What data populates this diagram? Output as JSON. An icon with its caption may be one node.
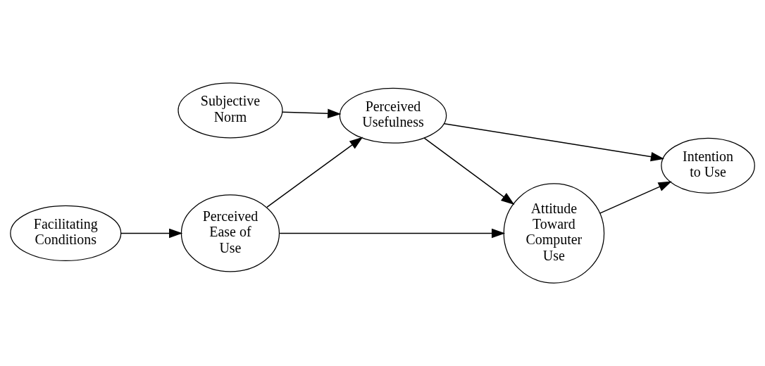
{
  "diagram": {
    "nodes": [
      {
        "text": [
          "Subjective Norm"
        ]
      },
      {
        "text": [
          "Perceived Usefulness"
        ]
      },
      {
        "text": [
          "Attitude Toward Computer Use"
        ]
      },
      {
        "text": [
          "Intention to Use"
        ]
      },
      {
        "text": [
          "Facilitating Conditions"
        ]
      },
      {
        "text": [
          "Perceived Ease of Use"
        ]
      }
    ],
    "edges": [
      {
        "from": 0,
        "to": 1,
        "arrow": "to"
      },
      {
        "from": 1,
        "to": 2,
        "arrow": "to"
      },
      {
        "from": 1,
        "to": 3,
        "arrow": "to"
      },
      {
        "from": 5,
        "to": 1,
        "arrow": "to"
      },
      {
        "from": 5,
        "to": 2,
        "arrow": "to"
      },
      {
        "from": 4,
        "to": 5,
        "arrow": "to"
      },
      {
        "from": 2,
        "to": 3,
        "arrow": "to"
      }
    ]
  }
}
